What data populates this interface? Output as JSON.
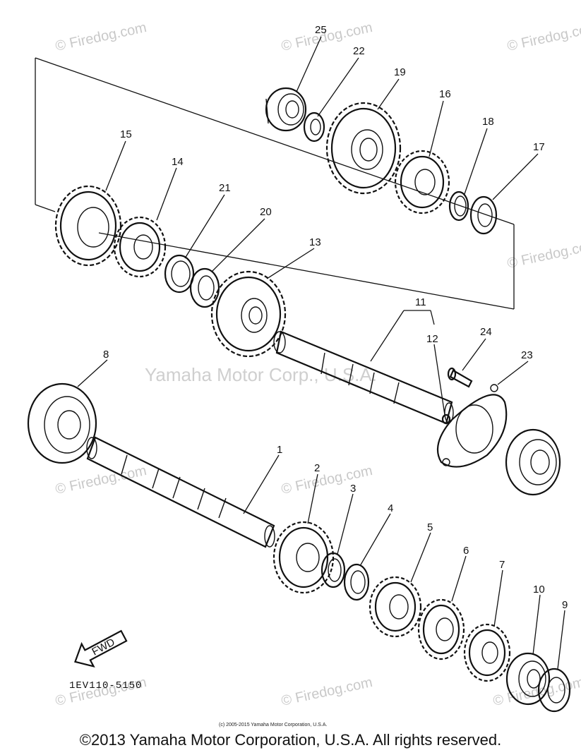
{
  "watermark": "© Firedog.com",
  "center_watermark": "Yamaha Motor Corp., U.S.A.",
  "diagram_code": "1EV110-5150",
  "fwd_label": "FWD",
  "small_copyright": "(c) 2005-2015 Yamaha Motor Corporation, U.S.A.",
  "copyright": "©2013 Yamaha Motor Corporation, U.S.A. All rights reserved.",
  "callouts": {
    "c1": "1",
    "c2": "2",
    "c3": "3",
    "c4": "4",
    "c5": "5",
    "c6": "6",
    "c7": "7",
    "c8": "8",
    "c9": "9",
    "c10": "10",
    "c11": "11",
    "c12": "12",
    "c13": "13",
    "c14": "14",
    "c15": "15",
    "c16": "16",
    "c17": "17",
    "c18": "18",
    "c19": "19",
    "c20": "20",
    "c21": "21",
    "c22": "22",
    "c23": "23",
    "c24": "24",
    "c25": "25"
  }
}
